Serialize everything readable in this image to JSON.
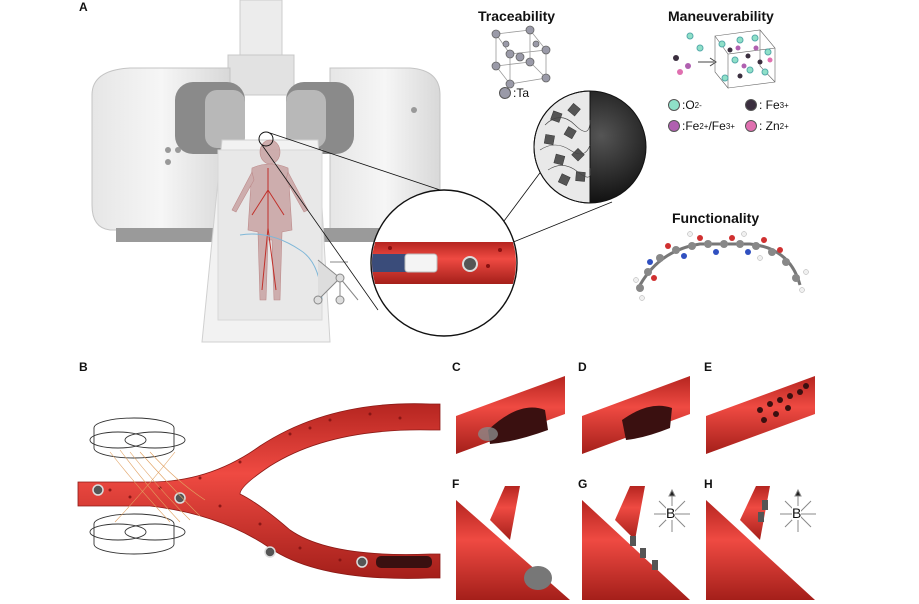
{
  "panels": {
    "a": "A",
    "b": "B",
    "c": "C",
    "d": "D",
    "e": "E",
    "f": "F",
    "g": "G",
    "h": "H"
  },
  "sections": {
    "traceability": "Traceability",
    "maneuverability": "Maneuverability",
    "functionality": "Functionality"
  },
  "legend": {
    "ta": ":Ta",
    "o": ":O",
    "o_sup": "2-",
    "fe3": ": Fe",
    "fe3_sup": "3+",
    "fe23_a": ":Fe",
    "fe23_sup1": "2+",
    "fe23_b": "/Fe",
    "fe23_sup2": "3+",
    "zn": ": Zn",
    "zn_sup": "2+"
  },
  "field_label": "B",
  "colors": {
    "vessel": "#d8322c",
    "vessel_dark": "#9c1c18",
    "ta": "#9a9aa8",
    "oxygen": "#8fe0c8",
    "fe3": "#3b2f3f",
    "fe23": "#b060b0",
    "zn": "#e070b0"
  }
}
